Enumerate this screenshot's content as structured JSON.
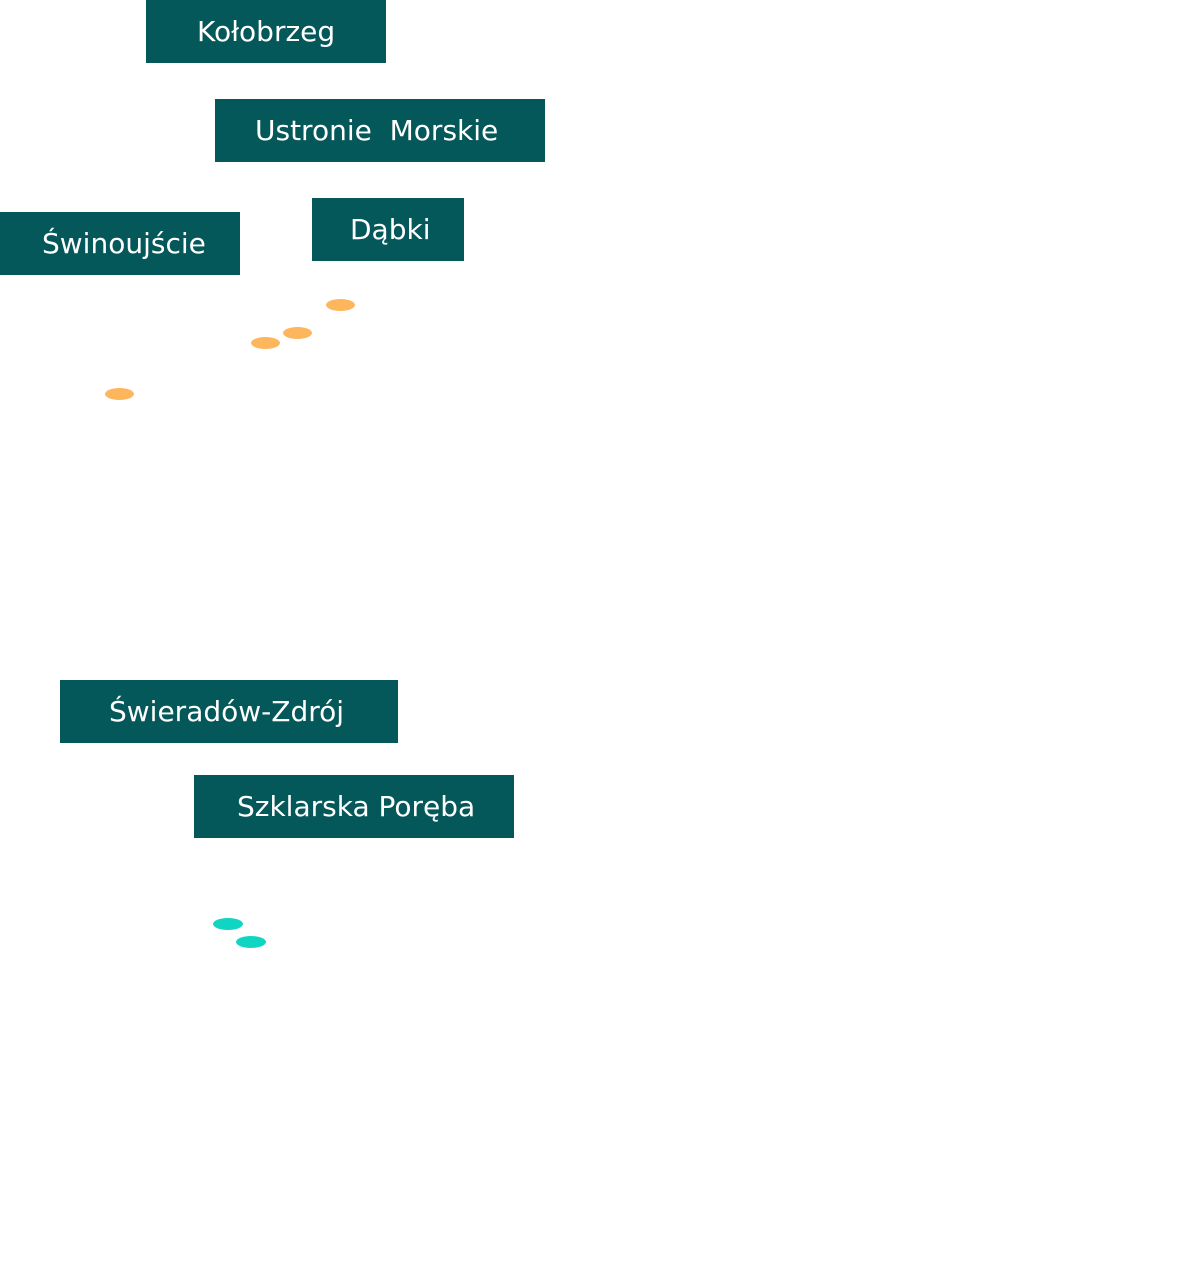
{
  "colors": {
    "label_background": "#05585a",
    "label_text": "#ffffff",
    "coast_marker": "#fdb65c",
    "mountain_marker": "#0fd5c2"
  },
  "labels": {
    "kolobrzeg": "Kołobrzeg",
    "ustronie_morskie": "Ustronie  Morskie",
    "dabki": "Dąbki",
    "swinoujscie": "Świnoujście",
    "swieradow_zdroj": "Świeradów-Zdrój",
    "szklarska_poreba": "Szklarska Poręba"
  },
  "markers": {
    "coast": {
      "count": 4
    },
    "mountains": {
      "count": 2
    }
  }
}
